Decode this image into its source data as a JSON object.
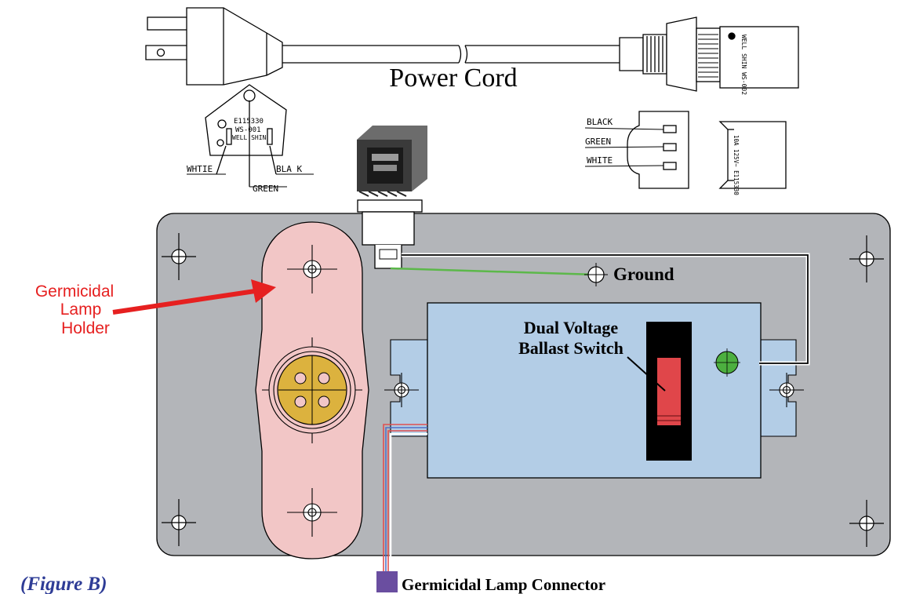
{
  "power_cord": {
    "title": "Power Cord",
    "plug_markings": [
      "E115330",
      "WS-001",
      "WELL SHIN"
    ],
    "plug_wire_labels": {
      "left": "WHTIE",
      "center": "GREEN",
      "right": "BLA K"
    },
    "connector_wire_labels": [
      "BLACK",
      "GREEN",
      "WHITE"
    ],
    "connector_body_text": "WELL SHIN WS-002",
    "connector_side_text": "10A 125V~ E115330"
  },
  "panel": {
    "ground_label": "Ground",
    "switch_label_line1": "Dual Voltage",
    "switch_label_line2": "Ballast Switch",
    "lamp_holder_callout": [
      "Germicidal",
      "Lamp",
      "Holder"
    ],
    "connector_label": "Germicidal Lamp Connector"
  },
  "figure_caption": "(Figure B)",
  "colors": {
    "panel": "#b3b5b9",
    "lamp_holder": "#f2c6c6",
    "socket": "#dcb23e",
    "ballast": "#b3cde6",
    "switch_body": "#000000",
    "switch_rocker": "#e0464a",
    "indicator": "#4caf3f",
    "ground_wire": "#5cb84a",
    "callout_arrow": "#e62020",
    "callout_text": "#e62020",
    "caption": "#2e3c96",
    "connector": "#6a4ea0"
  }
}
